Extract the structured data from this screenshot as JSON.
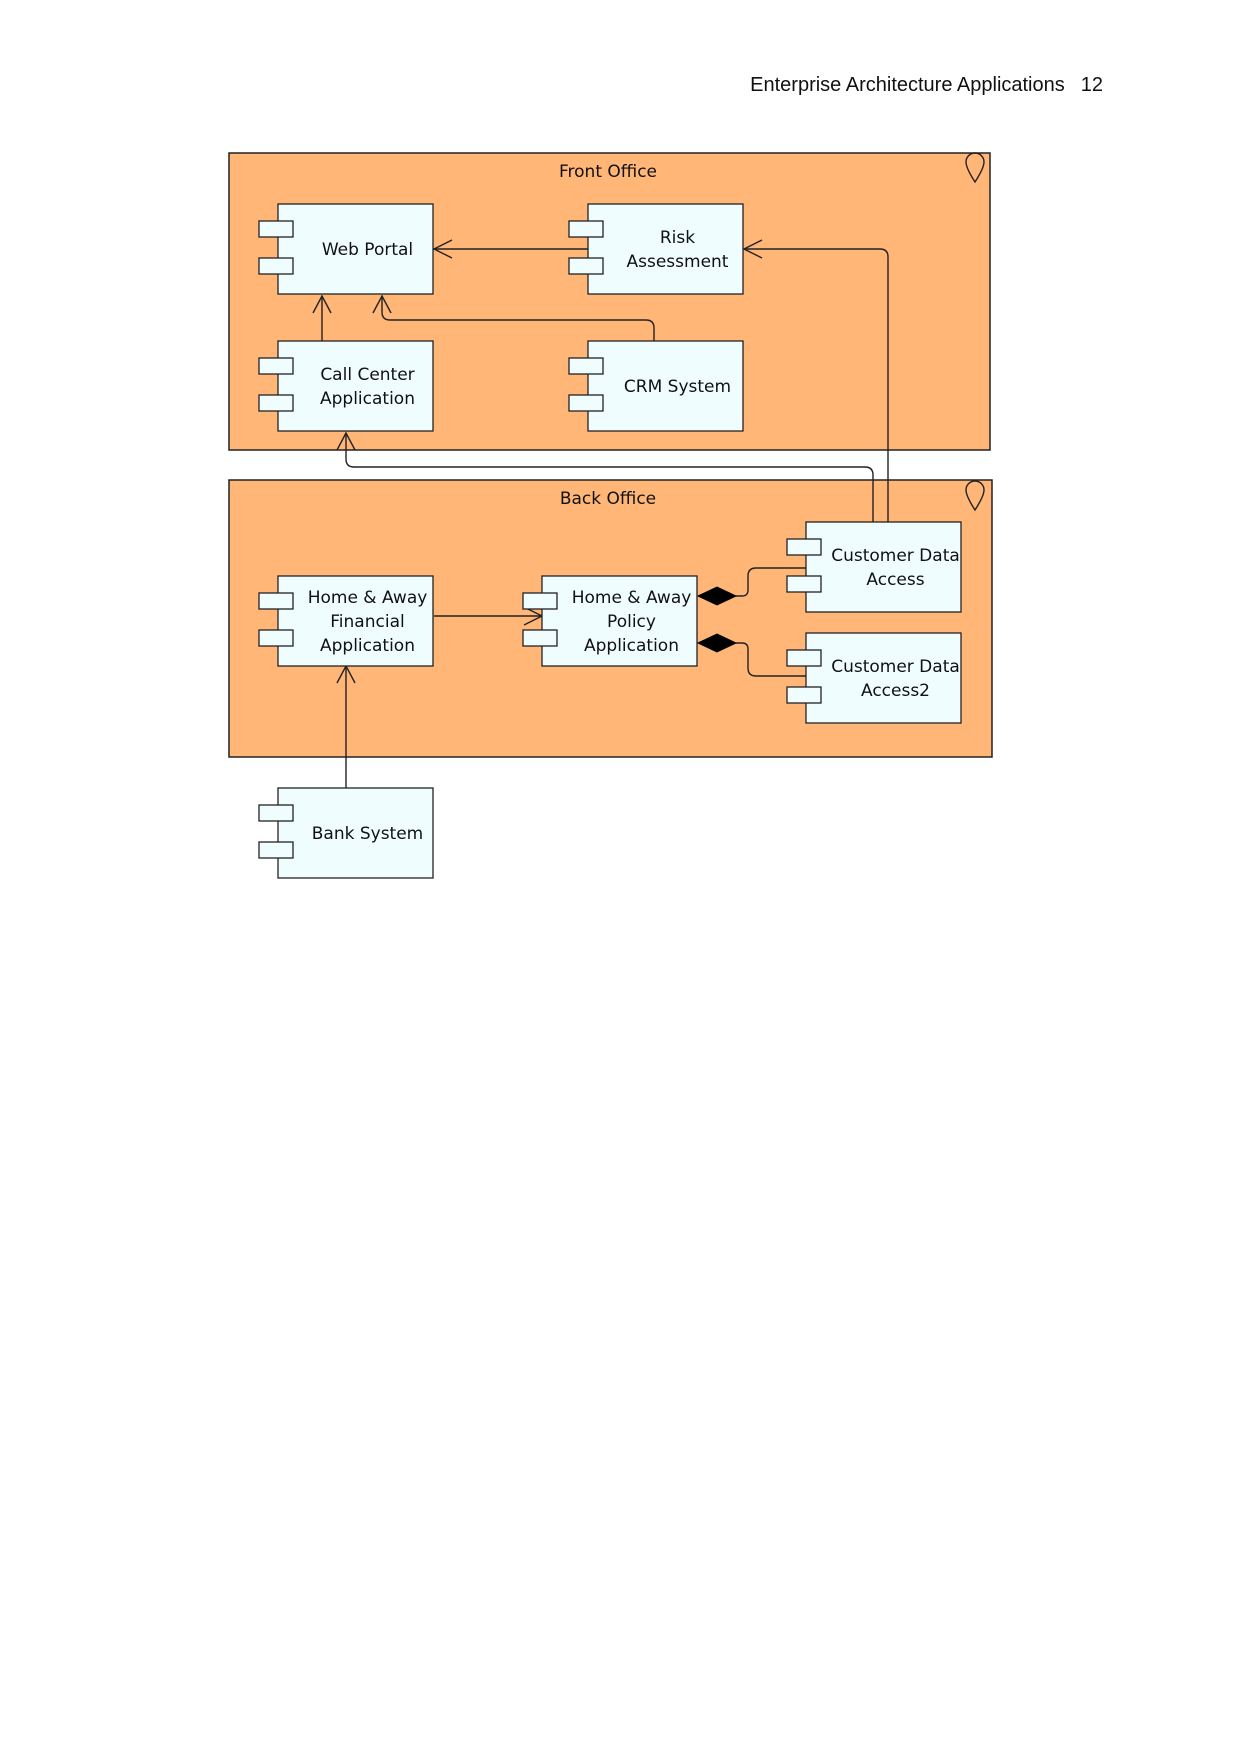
{
  "header": {
    "title": "Enterprise Architecture Applications",
    "page_number": "12"
  },
  "packages": {
    "front_office": {
      "label": "Front Office"
    },
    "back_office": {
      "label": "Back Office"
    }
  },
  "components": {
    "web_portal": {
      "lines": [
        "Web Portal"
      ]
    },
    "risk_assessment": {
      "lines": [
        "Risk",
        "Assessment"
      ]
    },
    "call_center": {
      "lines": [
        "Call Center",
        "Application"
      ]
    },
    "crm_system": {
      "lines": [
        "CRM System"
      ]
    },
    "customer_data_access": {
      "lines": [
        "Customer Data",
        "Access"
      ]
    },
    "home_away_financial": {
      "lines": [
        "Home & Away",
        "Financial",
        "Application"
      ]
    },
    "home_away_policy": {
      "lines": [
        "Home & Away",
        "Policy",
        "Application"
      ]
    },
    "customer_data_access2": {
      "lines": [
        "Customer Data",
        "Access2"
      ]
    },
    "bank_system": {
      "lines": [
        "Bank System"
      ]
    }
  },
  "colors": {
    "package_fill": "#ffb677",
    "component_fill": "#effdff",
    "stroke": "#222222"
  }
}
